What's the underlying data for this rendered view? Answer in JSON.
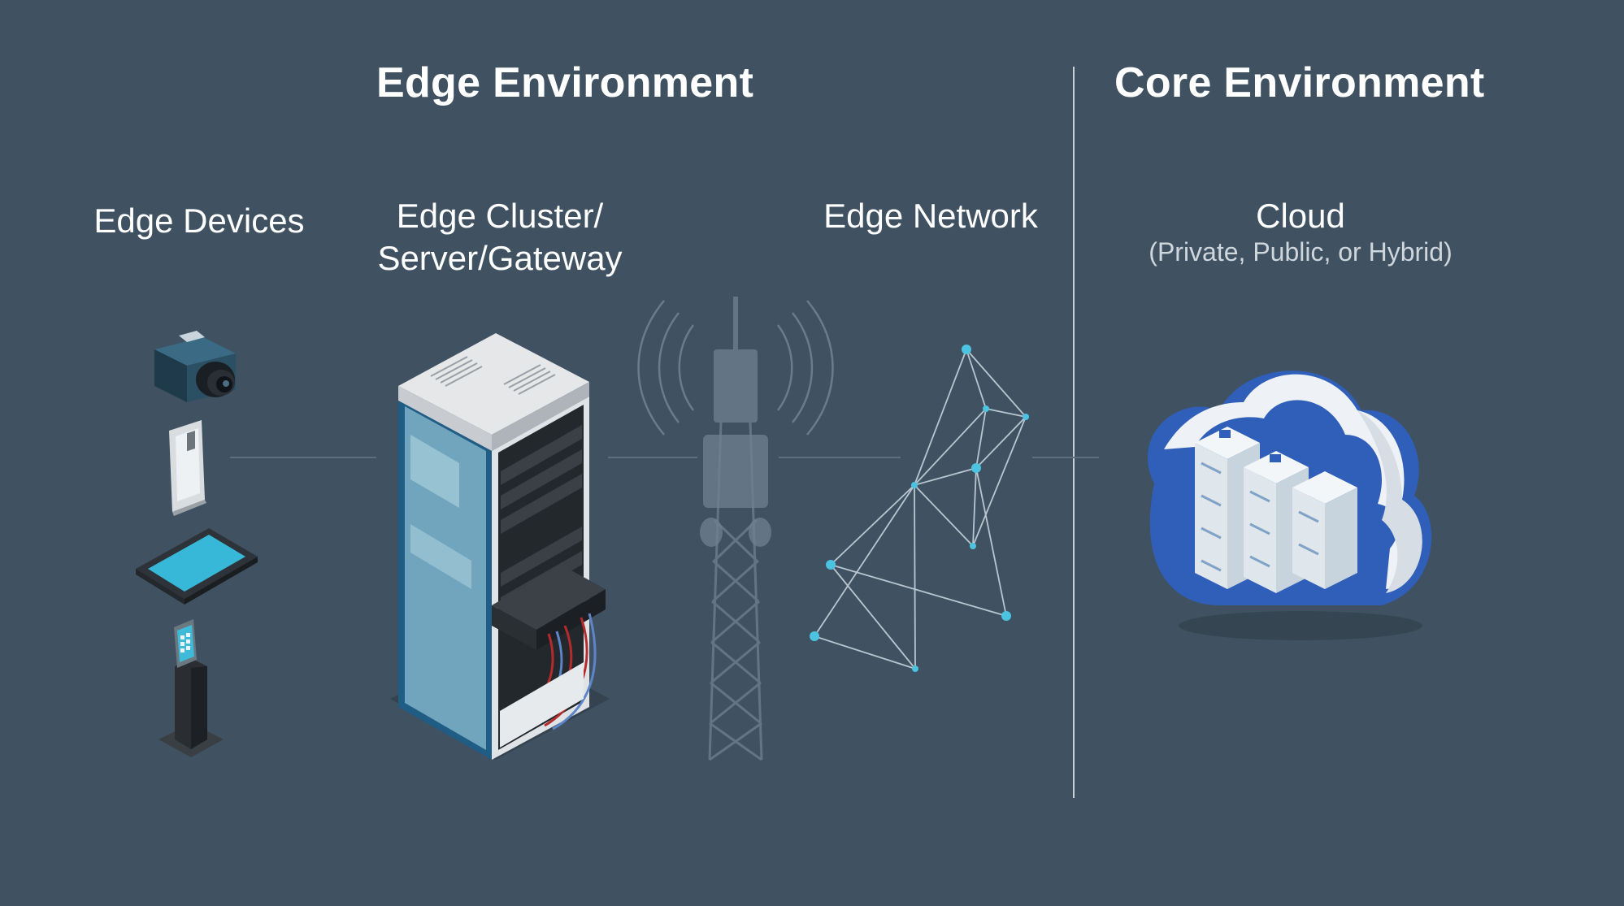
{
  "headers": {
    "edge_environment": "Edge Environment",
    "core_environment": "Core Environment"
  },
  "sections": {
    "edge_devices": {
      "label": "Edge Devices"
    },
    "edge_cluster": {
      "line1": "Edge Cluster/",
      "line2": "Server/Gateway"
    },
    "edge_network": {
      "label": "Edge Network"
    },
    "cloud": {
      "label": "Cloud",
      "sublabel": "(Private, Public, or Hybrid)"
    }
  },
  "icons": {
    "devices": [
      "camera-icon",
      "smartphone-icon",
      "tablet-icon",
      "kiosk-icon"
    ],
    "cluster": "server-rack-icon",
    "tower": "cell-tower-icon",
    "network": "network-mesh-icon",
    "cloud": "cloud-datacenter-icon"
  },
  "colors": {
    "background": "#405262",
    "accent_cyan": "#4cc3e0",
    "cloud_blue": "#2f5fb8",
    "divider": "#c9d0d6"
  }
}
